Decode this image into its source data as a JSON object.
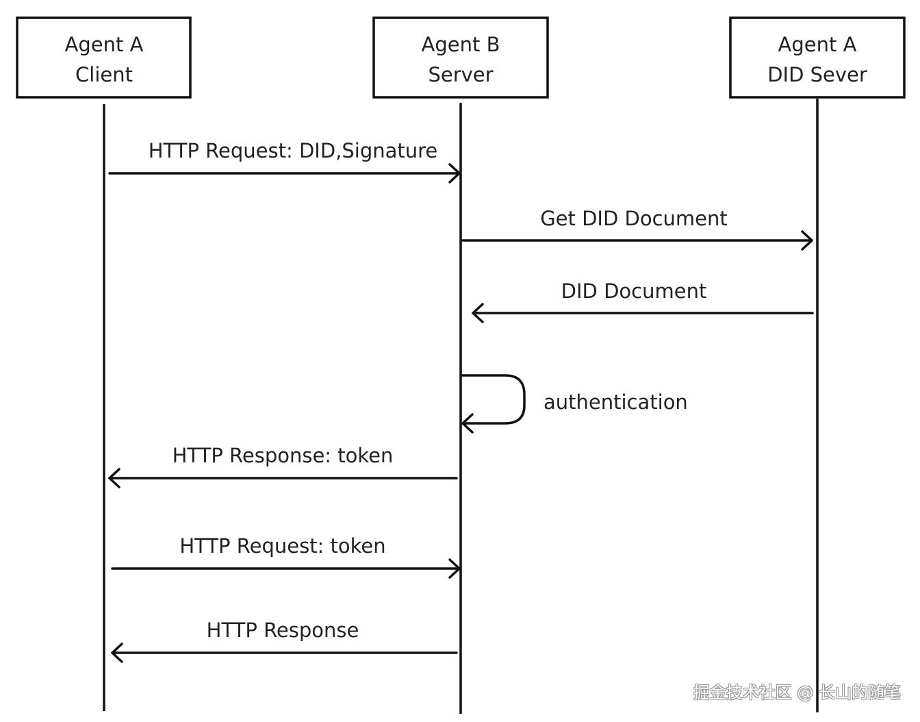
{
  "participants": [
    {
      "id": "client",
      "lines": [
        "Agent A",
        "Client"
      ]
    },
    {
      "id": "server",
      "lines": [
        "Agent B",
        "Server"
      ]
    },
    {
      "id": "did",
      "lines": [
        "Agent A",
        "DID Sever"
      ]
    }
  ],
  "messages": [
    {
      "from": "client",
      "to": "server",
      "label": "HTTP Request: DID,Signature"
    },
    {
      "from": "server",
      "to": "did",
      "label": "Get DID Document"
    },
    {
      "from": "did",
      "to": "server",
      "label": "DID Document"
    },
    {
      "from": "server",
      "to": "server",
      "label": "authentication"
    },
    {
      "from": "server",
      "to": "client",
      "label": "HTTP Response: token"
    },
    {
      "from": "client",
      "to": "server",
      "label": "HTTP Request: token"
    },
    {
      "from": "server",
      "to": "client",
      "label": "HTTP Response"
    }
  ],
  "watermark": "掘金技术社区 @ 长山的随笔"
}
